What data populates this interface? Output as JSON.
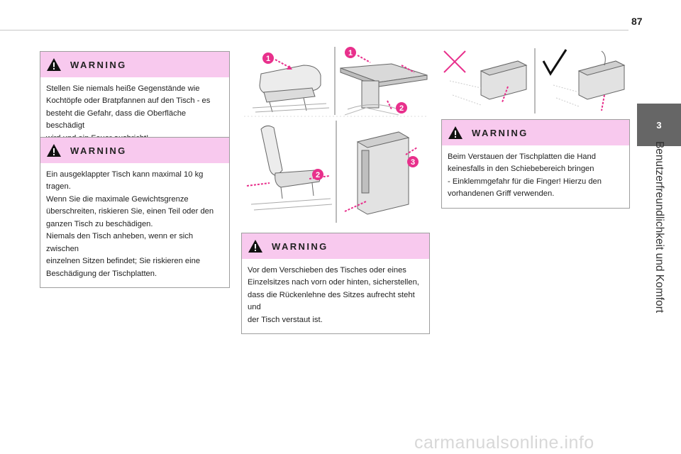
{
  "page": {
    "number": "87"
  },
  "chapter": {
    "number": "3",
    "title": "Benutzerfreundlichkeit und Komfort"
  },
  "warnings": [
    {
      "title": "WARNING",
      "lines": [
        "Stellen Sie niemals heiße Gegenstände wie",
        "Kochtöpfe oder Bratpfannen auf den Tisch - es",
        "besteht die Gefahr, dass die Oberfläche beschädigt",
        "wird und ein Feuer ausbricht!"
      ]
    },
    {
      "title": "WARNING",
      "lines": [
        "Ein ausgeklappter Tisch kann maximal 10 kg tragen.",
        "Wenn Sie die maximale Gewichtsgrenze",
        "überschreiten, riskieren Sie, einen Teil oder den",
        "ganzen Tisch zu beschädigen.",
        "Niemals den Tisch anheben, wenn er sich zwischen",
        "einzelnen Sitzen befindet; Sie riskieren eine",
        "Beschädigung der Tischplatten."
      ]
    },
    {
      "title": "WARNING",
      "lines": [
        "Vor dem Verschieben des Tisches oder eines",
        "Einzelsitzes nach vorn oder hinten, sicherstellen,",
        "dass die Rückenlehne des Sitzes aufrecht steht und",
        "der Tisch verstaut ist."
      ]
    },
    {
      "title": "WARNING",
      "lines": [
        "Beim Verstauen der Tischplatten die Hand",
        "keinesfalls in den Schiebebereich bringen",
        "- Einklemmgefahr für die Finger! Hierzu den",
        "vorhandenen Griff verwenden."
      ]
    }
  ],
  "figures": {
    "step_labels": [
      "1",
      "1",
      "2",
      "2",
      "3"
    ]
  },
  "watermark": "carmanualsonline.info",
  "colors": {
    "accent": "#e8308c",
    "warning_header": "#f8c9ee",
    "tab": "#666666"
  }
}
